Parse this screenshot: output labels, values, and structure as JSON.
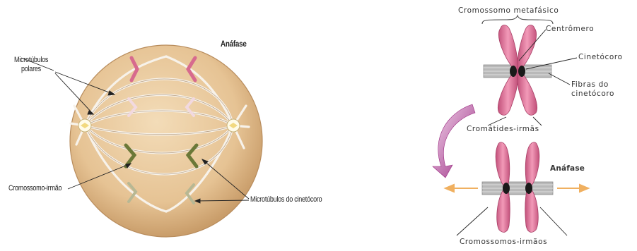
{
  "left_panel": {
    "title": "Anáfase",
    "labels": {
      "polar_microtubules": [
        "Microtúbulos",
        "polares"
      ],
      "sister_chromosome": "Cromossomo-irmão",
      "kinetochore_microtubules": "Microtúbulos do cinetócoro"
    }
  },
  "right_panel": {
    "metaphase_title": "Cromossomo metafásico",
    "centromere": "Centrômero",
    "kinetochore": "Cinetócoro",
    "kinetochore_fibers": [
      "Fibras do",
      "cinetócoro"
    ],
    "sister_chromatids": "Cromátides-irmãs",
    "anaphase_title": "Anáfase",
    "sister_chromosomes": "Cromossomos-irmãos"
  },
  "colors": {
    "cell_fill": "#e8c9a0",
    "chromosome_pink": "#e07a9c",
    "chromosome_green": "#6d7a3a",
    "arrow_magenta": "#b0368c",
    "arrow_orange": "#f0b060"
  }
}
